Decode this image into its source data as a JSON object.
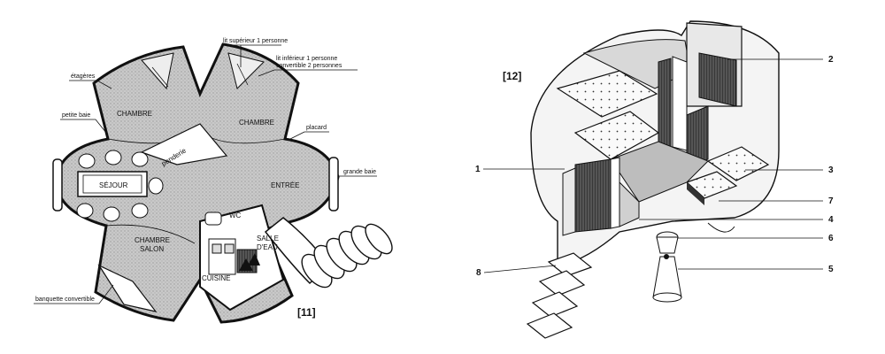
{
  "figure_11": {
    "caption": "[11]",
    "labels": {
      "etageres": "étagères",
      "petite_baie": "petite baie",
      "chambre_left": "CHAMBRE",
      "penderie": "penderie",
      "lit_superieur": "lit supérieur 1 personne",
      "lit_inferieur_1": "lit inférieur 1 personne",
      "lit_inferieur_2": "convertible 2 personnes",
      "chambre_right": "CHAMBRE",
      "placard": "placard",
      "sejour": "SÉJOUR",
      "entree": "ENTRÉE",
      "grande_baie": "grande baie",
      "wc": "WC",
      "salle_1": "SALLE",
      "salle_2": "D'EAU",
      "chambre_salon_1": "CHAMBRE",
      "chambre_salon_2": "SALON",
      "cuisine": "CUISINE",
      "banquette": "banquette convertible"
    }
  },
  "figure_12": {
    "caption": "[12]",
    "callouts": [
      "1",
      "2",
      "3",
      "4",
      "5",
      "6",
      "7",
      "8"
    ]
  }
}
